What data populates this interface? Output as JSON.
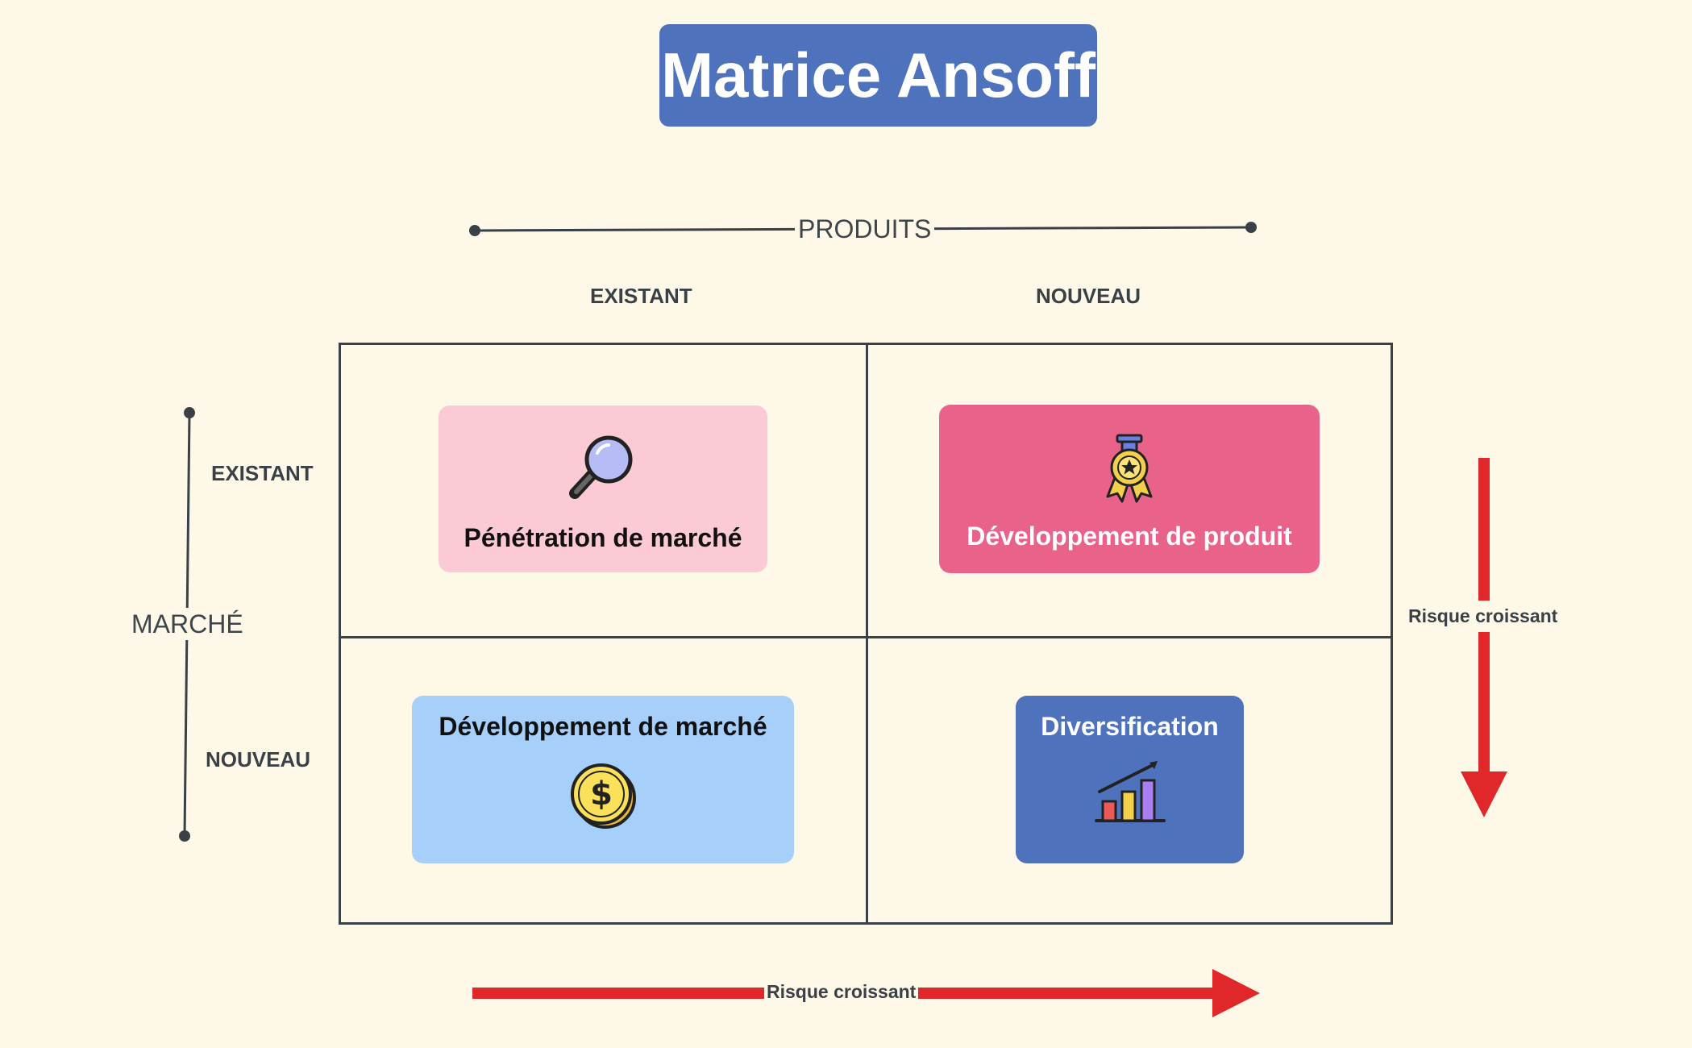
{
  "title": "Matrice Ansoff",
  "axes": {
    "products": {
      "label": "PRODUITS",
      "col_existing": "EXISTANT",
      "col_new": "NOUVEAU"
    },
    "market": {
      "label": "MARCHÉ",
      "row_existing": "EXISTANT",
      "row_new": "NOUVEAU"
    }
  },
  "quadrants": {
    "top_left": {
      "label": "Pénétration de marché",
      "icon": "magnifier-icon",
      "bg": "#fccad4",
      "text_color": "#111111"
    },
    "top_right": {
      "label": "Développement de produit",
      "icon": "award-ribbon-icon",
      "bg": "#e9628a",
      "text_color": "#ffffff"
    },
    "bottom_left": {
      "label": "Développement de marché",
      "icon": "dollar-coin-icon",
      "bg": "#a6d0fa",
      "text_color": "#111111"
    },
    "bottom_right": {
      "label": "Diversification",
      "icon": "growth-chart-icon",
      "bg": "#4e72bc",
      "text_color": "#ffffff"
    }
  },
  "risk": {
    "horizontal_label": "Risque croissant",
    "vertical_label": "Risque croissant",
    "arrow_color": "#e0282b"
  }
}
